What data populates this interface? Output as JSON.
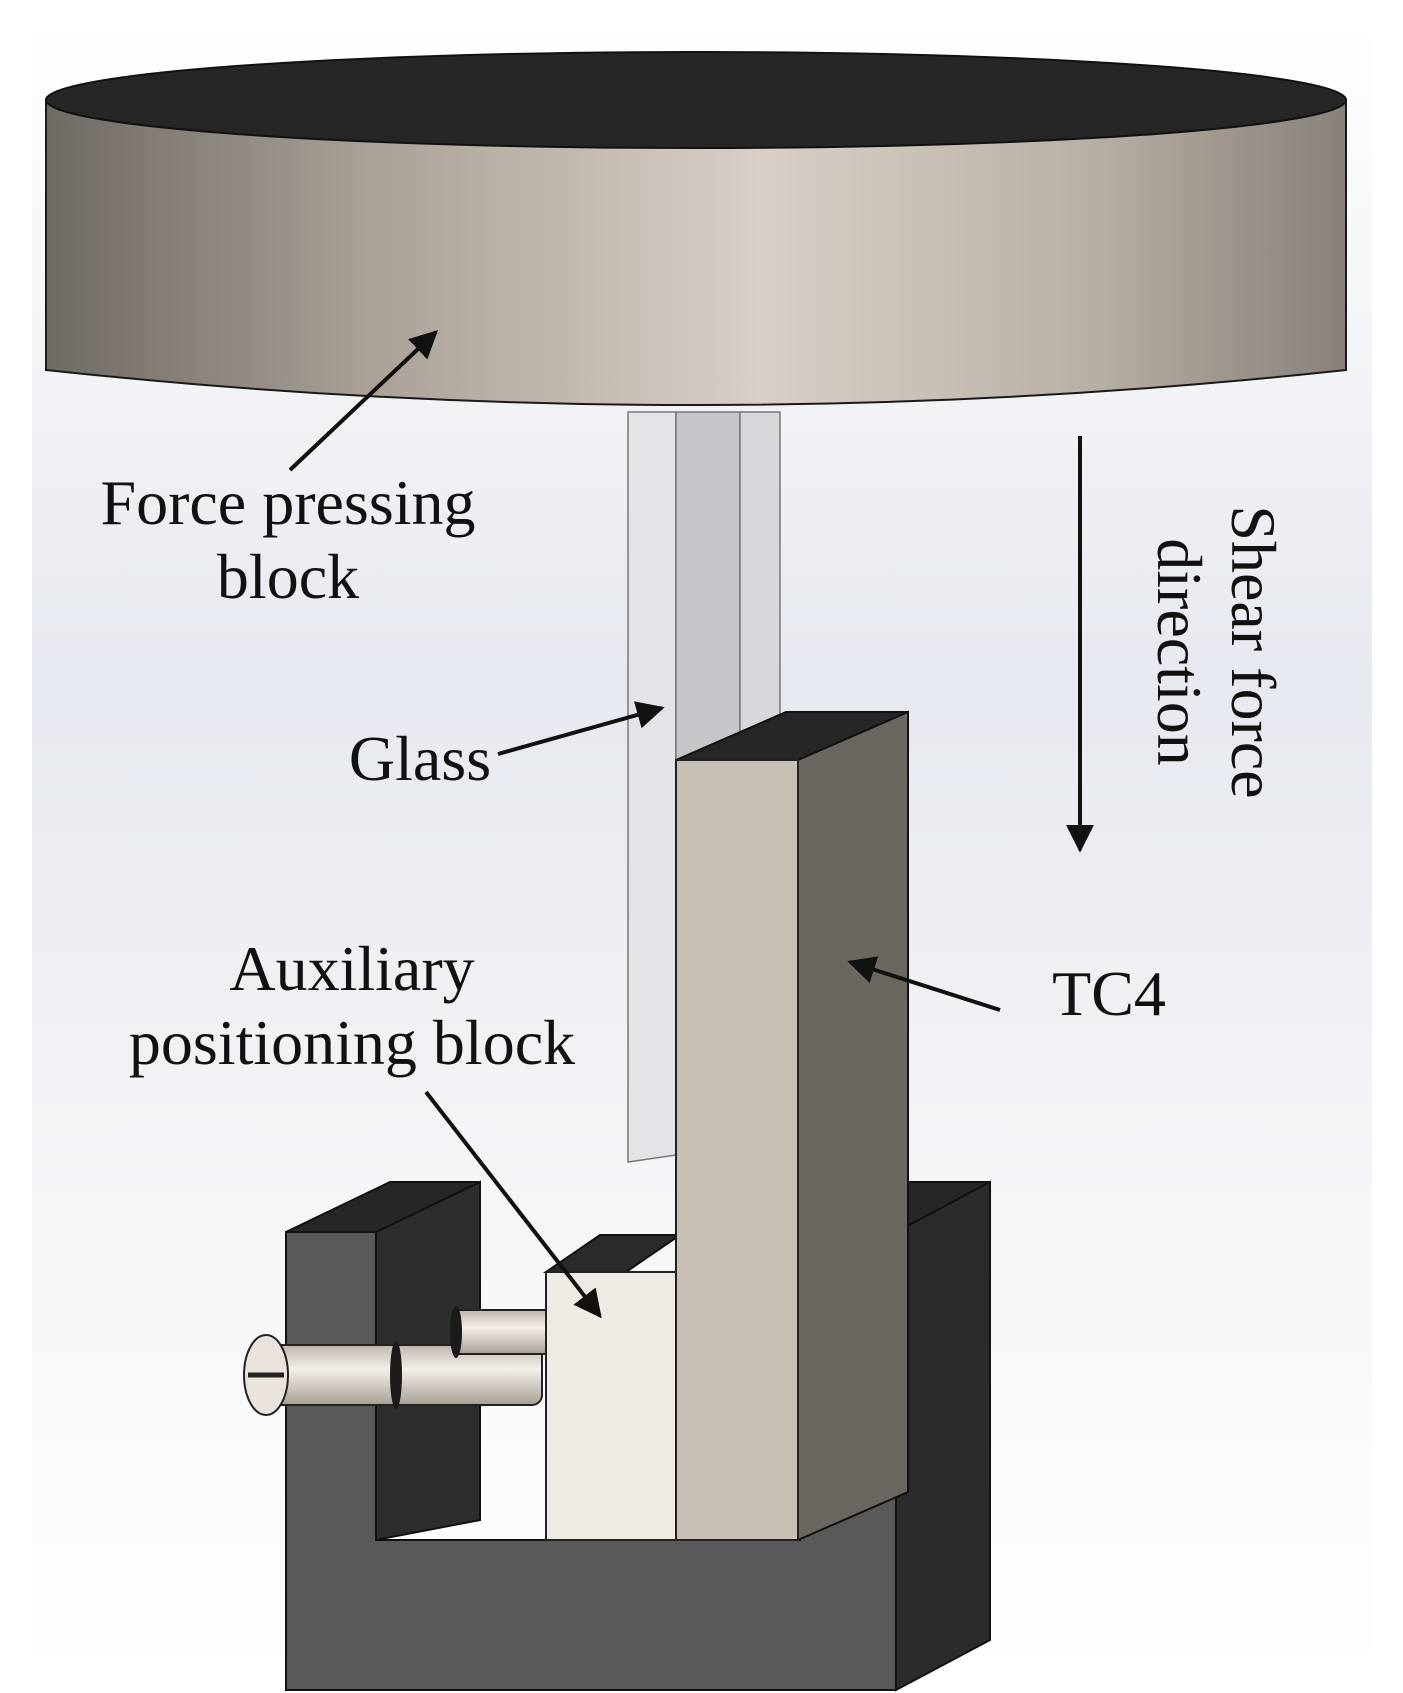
{
  "labels": {
    "force_block_line1": "Force pressing",
    "force_block_line2": "block",
    "glass": "Glass",
    "shear_line1": "Shear force",
    "shear_line2": "direction",
    "tc4": "TC4",
    "aux_line1": "Auxiliary",
    "aux_line2": "positioning block"
  },
  "colors": {
    "block_top": "#262626",
    "block_side": "#c9c0b6",
    "tc4_front": "#c8bfb5",
    "tc4_side": "#6b6660",
    "base_front": "#595959",
    "base_dark": "#2d2d2d",
    "aux_front": "#efeae4",
    "glass": "#d4d6d9",
    "arrow": "#111111"
  }
}
